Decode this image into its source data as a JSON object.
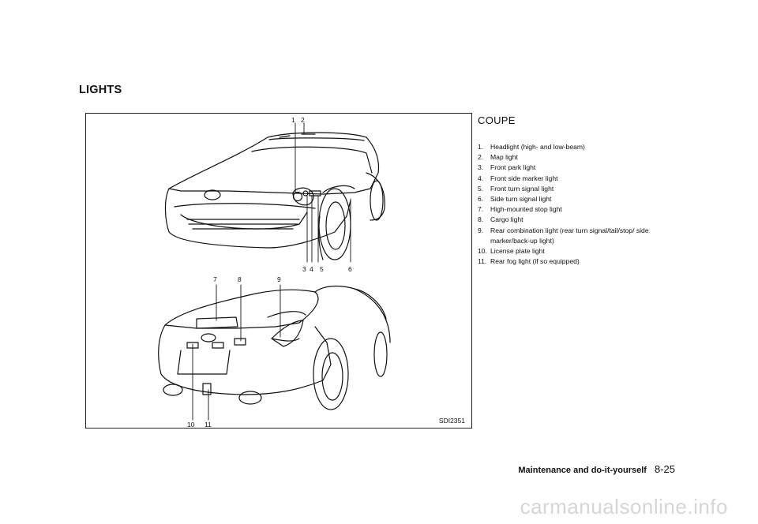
{
  "section_title": "LIGHTS",
  "figure": {
    "code": "SDI2351",
    "callouts_top": [
      "1",
      "2",
      "3",
      "4",
      "5",
      "6"
    ],
    "callouts_rear": [
      "7",
      "8",
      "9",
      "10",
      "11"
    ]
  },
  "variant_title": "COUPE",
  "lights": [
    {
      "num": "1.",
      "text": "Headlight (high- and low-beam)"
    },
    {
      "num": "2.",
      "text": "Map light"
    },
    {
      "num": "3.",
      "text": "Front park light"
    },
    {
      "num": "4.",
      "text": "Front side marker light"
    },
    {
      "num": "5.",
      "text": "Front turn signal light"
    },
    {
      "num": "6.",
      "text": "Side turn signal light"
    },
    {
      "num": "7.",
      "text": "High-mounted stop light"
    },
    {
      "num": "8.",
      "text": "Cargo light"
    },
    {
      "num": "9.",
      "text": "Rear combination light (rear turn signal/tail/stop/ side marker/back-up light)"
    },
    {
      "num": "10.",
      "text": "License plate light"
    },
    {
      "num": "11.",
      "text": "Rear fog light (if so equipped)"
    }
  ],
  "footer": {
    "chapter": "Maintenance and do-it-yourself",
    "page": "8-25"
  },
  "watermark": "carmanualsonline.info"
}
